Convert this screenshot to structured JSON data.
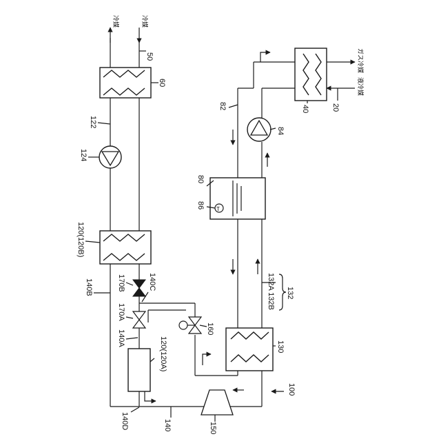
{
  "labels": {
    "n50": "50",
    "n60": "60",
    "n122": "122",
    "n124": "124",
    "n120B": "120(120B)",
    "n140B": "140B",
    "n170B": "170B",
    "n140C": "140C",
    "n170A": "170A",
    "n140A": "140A",
    "n120A": "120(120A)",
    "n140D": "140D",
    "n140": "140",
    "n150": "150",
    "n160": "160",
    "n130": "130",
    "n100": "100",
    "n132A132B": "132A 132B",
    "n132": "132",
    "n80": "80",
    "n86": "86",
    "n82": "82",
    "n84": "84",
    "n40": "40",
    "n20": "20",
    "sensor": "T"
  },
  "refrigerant_labels": {
    "top_left": "冷媒",
    "top_right": "冷媒",
    "gas": "ガス冷媒",
    "liquid": "液冷媒"
  }
}
